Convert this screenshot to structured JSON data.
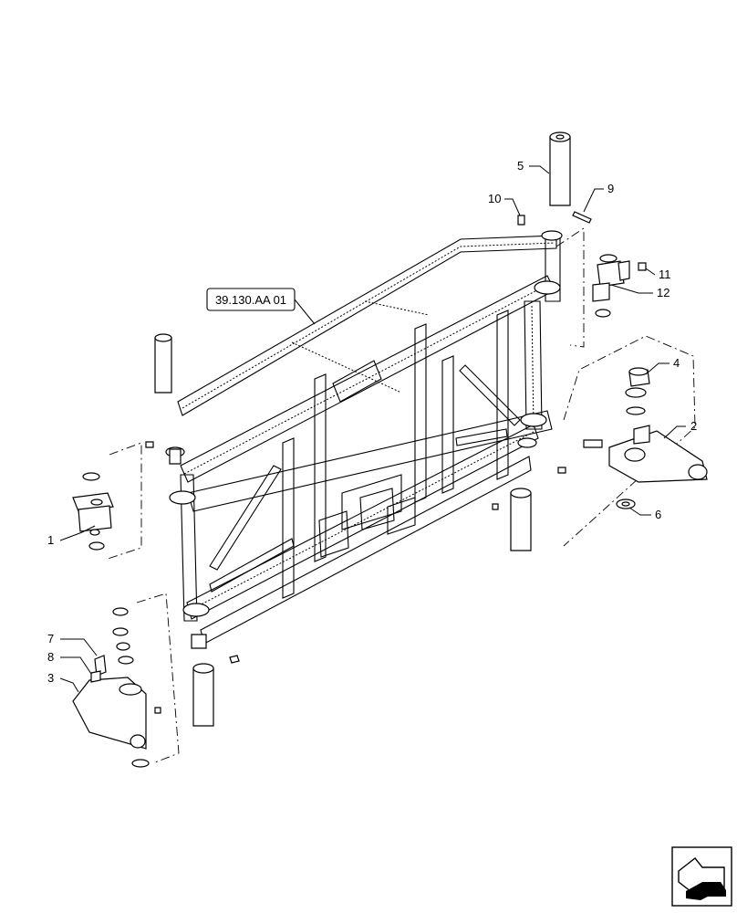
{
  "reference_label": "39.130.AA 01",
  "callouts": [
    {
      "id": "c1",
      "text": "1"
    },
    {
      "id": "c2",
      "text": "2"
    },
    {
      "id": "c3",
      "text": "3"
    },
    {
      "id": "c4",
      "text": "4"
    },
    {
      "id": "c5",
      "text": "5"
    },
    {
      "id": "c6",
      "text": "6"
    },
    {
      "id": "c7",
      "text": "7"
    },
    {
      "id": "c8",
      "text": "8"
    },
    {
      "id": "c9",
      "text": "9"
    },
    {
      "id": "c10",
      "text": "10"
    },
    {
      "id": "c11",
      "text": "11"
    },
    {
      "id": "c12",
      "text": "12"
    }
  ],
  "nav_icon": "page-turn-arrow-icon"
}
